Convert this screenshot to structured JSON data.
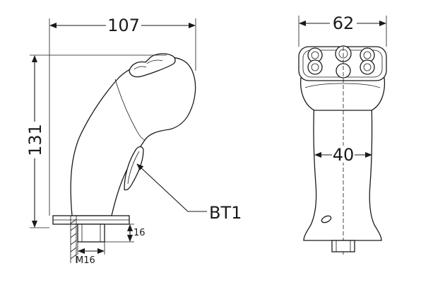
{
  "dimensions": {
    "side_width": "107",
    "side_height": "131",
    "thread_length": "16",
    "thread_size": "M16",
    "front_width": "62",
    "front_grip_width": "40"
  },
  "callouts": {
    "button_label": "BT1"
  }
}
